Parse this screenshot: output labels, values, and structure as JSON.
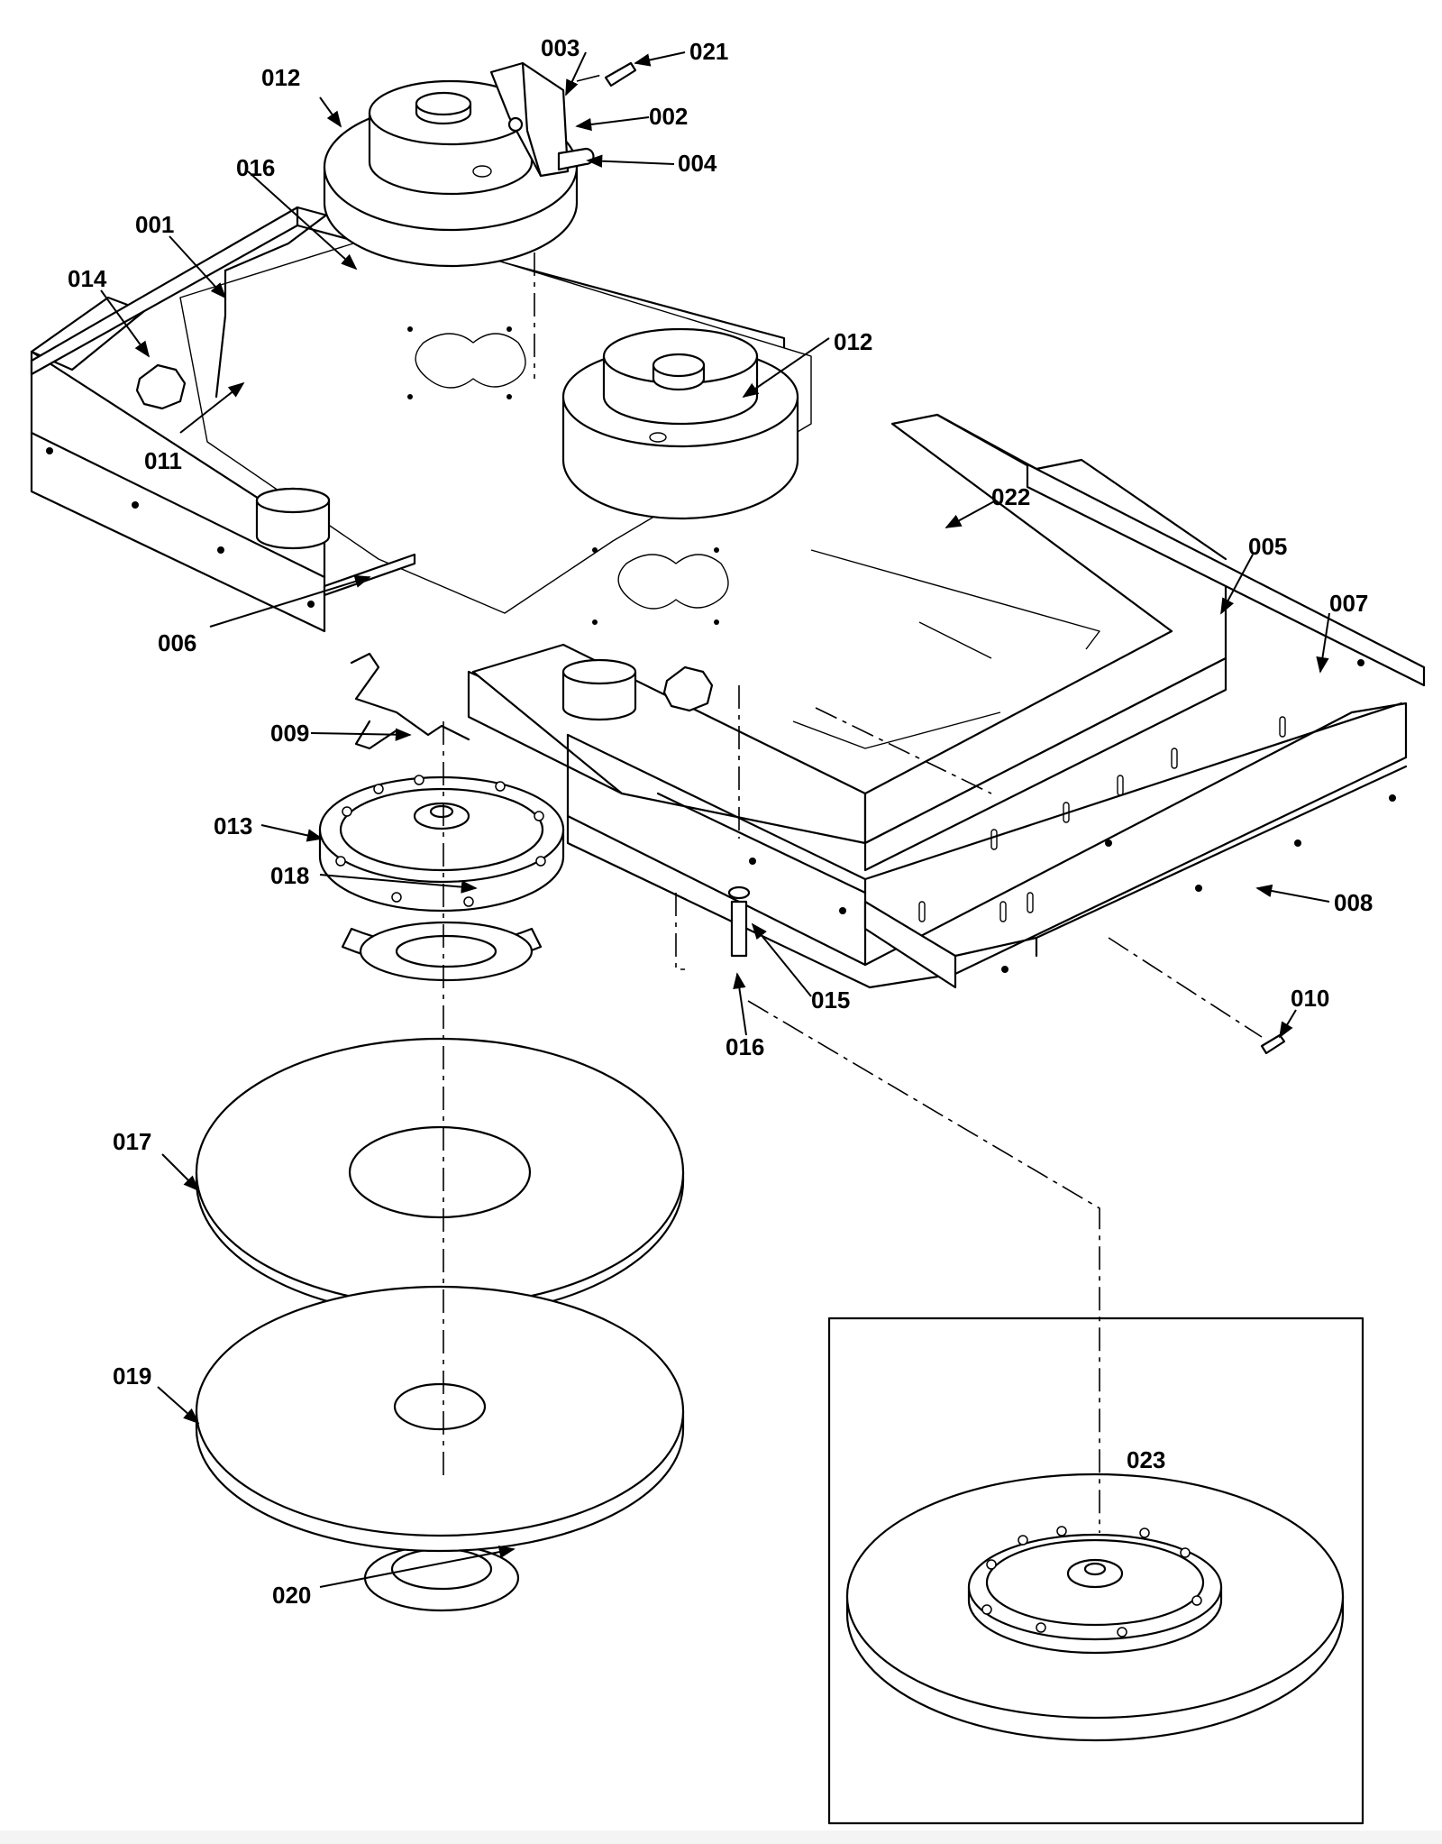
{
  "labels": {
    "p001": "001",
    "p002": "002",
    "p003": "003",
    "p004": "004",
    "p005": "005",
    "p006": "006",
    "p007": "007",
    "p008": "008",
    "p009": "009",
    "p010": "010",
    "p011": "011",
    "p012a": "012",
    "p012b": "012",
    "p013": "013",
    "p014": "014",
    "p015": "015",
    "p016a": "016",
    "p016b": "016",
    "p017": "017",
    "p018": "018",
    "p019": "019",
    "p020": "020",
    "p021": "021",
    "p022": "022",
    "p023": "023"
  }
}
